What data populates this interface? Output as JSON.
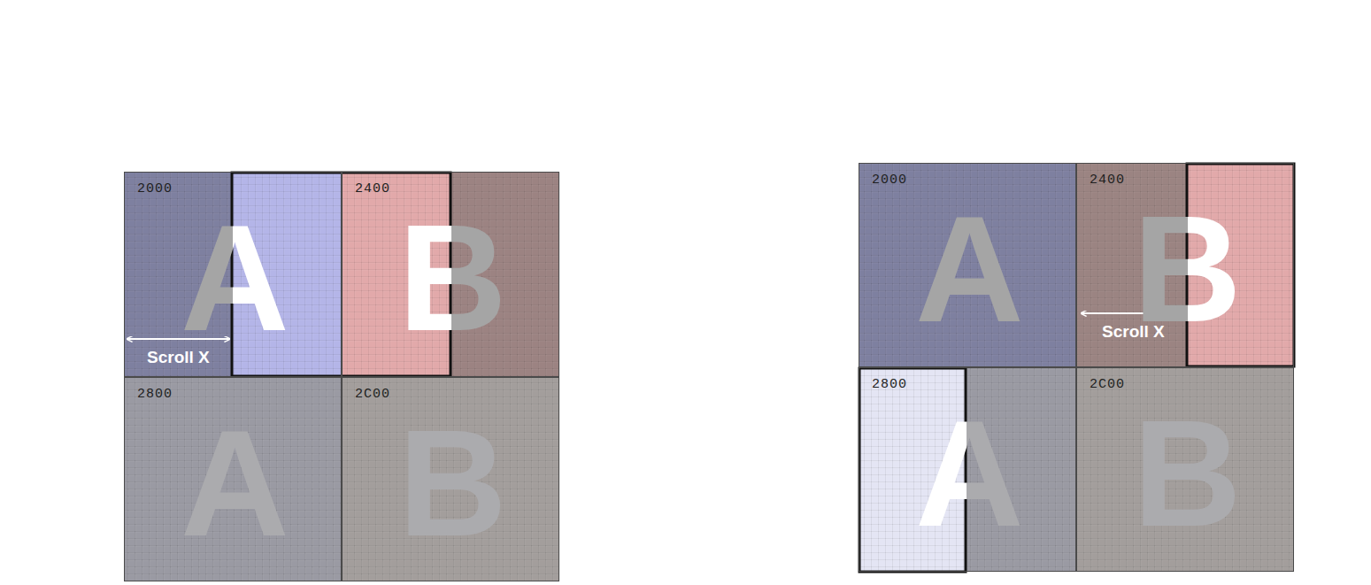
{
  "diagram": {
    "nodes": [
      {
        "text": [
          "2000",
          "A"
        ]
      },
      {
        "text": [
          "2400",
          "B"
        ]
      },
      {
        "text": [
          "2800",
          "A"
        ]
      },
      {
        "text": [
          "2C00",
          "B"
        ]
      },
      {
        "text": [
          "2000",
          "A"
        ]
      },
      {
        "text": [
          "2400",
          "B"
        ]
      },
      {
        "text": [
          "2800",
          "A"
        ]
      },
      {
        "text": [
          "2C00",
          "B"
        ]
      }
    ],
    "labels": [
      "Scroll X",
      "Scroll X"
    ]
  }
}
